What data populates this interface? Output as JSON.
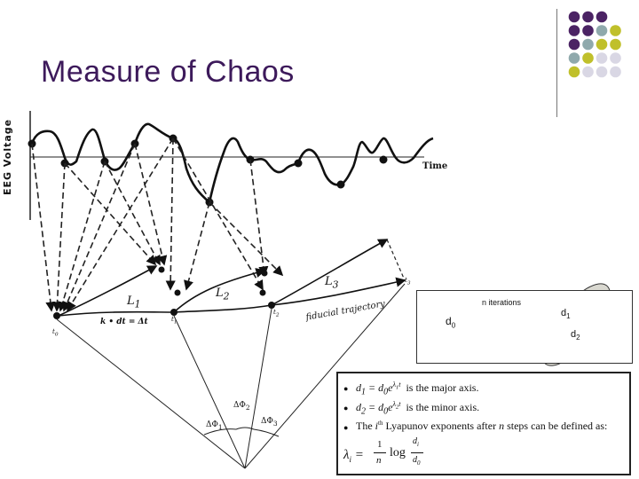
{
  "slide": {
    "title": "Measure of Chaos",
    "decoration_colors": {
      "purple": "#4b2364",
      "teal": "#8fa9ac",
      "olive": "#c0c02b",
      "lavender": "#d9d7e4"
    }
  },
  "eeg_plot": {
    "ylabel": "EEG Voltage",
    "xlabel": "Time"
  },
  "trajectory_diagram": {
    "labels": {
      "L1": "L",
      "L2": "L",
      "L3": "L",
      "k_dt": "k • dt = Δt",
      "fiducial": "fiducial trajectory",
      "dphi1": "ΔΦ",
      "dphi2": "ΔΦ",
      "dphi3": "ΔΦ",
      "t0": "t",
      "t1": "t",
      "t2": "t",
      "t3": "t"
    }
  },
  "ellipse_diagram": {
    "iterations_label": "n iterations",
    "d0": "d",
    "d1": "d",
    "d2": "d",
    "colors": {
      "circle_fill": "#d9d8d0"
    }
  },
  "definitions": {
    "line1_math": "d",
    "line1_text": "is the major axis.",
    "line2_math": "d",
    "line2_text": "is the minor axis.",
    "line3_text_a": "The",
    "line3_ith": "i",
    "line3_th": "th",
    "line3_text_b": "Lyapunov exponents after",
    "line3_n": "n",
    "line3_text_c": "steps can be defined as:",
    "formula_lhs": "λ",
    "formula_one": "1",
    "formula_n": "n",
    "formula_log": "log",
    "formula_di": "d",
    "formula_d0": "d"
  }
}
